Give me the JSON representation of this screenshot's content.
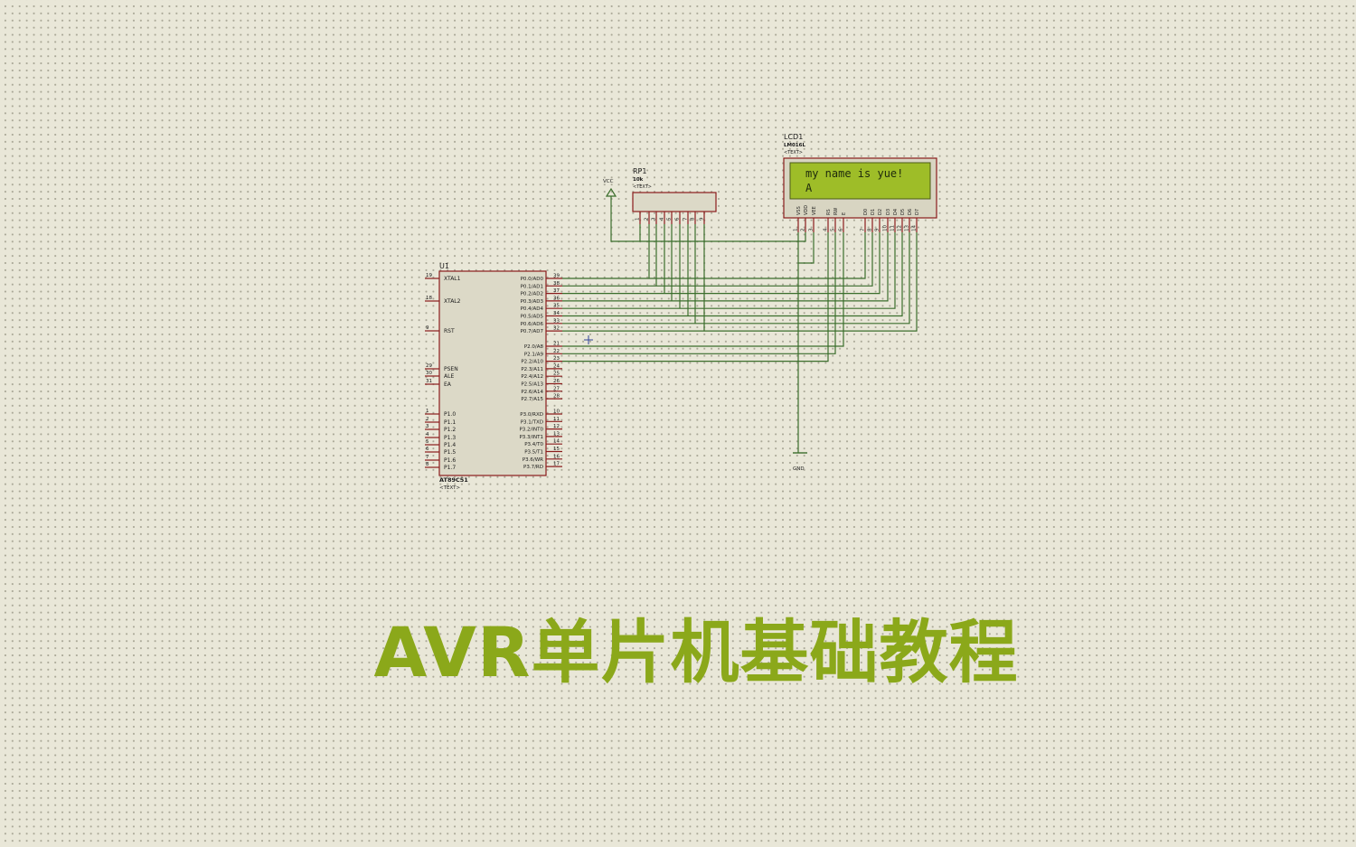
{
  "title": "AVR单片机基础教程",
  "u1": {
    "ref": "U1",
    "part": "AT89C51",
    "text": "<TEXT>",
    "left_pins": [
      {
        "num": "19",
        "name": "XTAL1"
      },
      {
        "num": "18",
        "name": "XTAL2"
      },
      {
        "num": "9",
        "name": "RST"
      },
      {
        "num": "29",
        "name": "PSEN"
      },
      {
        "num": "30",
        "name": "ALE"
      },
      {
        "num": "31",
        "name": "EA"
      },
      {
        "num": "1",
        "name": "P1.0"
      },
      {
        "num": "2",
        "name": "P1.1"
      },
      {
        "num": "3",
        "name": "P1.2"
      },
      {
        "num": "4",
        "name": "P1.3"
      },
      {
        "num": "5",
        "name": "P1.4"
      },
      {
        "num": "6",
        "name": "P1.5"
      },
      {
        "num": "7",
        "name": "P1.6"
      },
      {
        "num": "8",
        "name": "P1.7"
      }
    ],
    "right_pins": [
      {
        "num": "39",
        "name": "P0.0/AD0"
      },
      {
        "num": "38",
        "name": "P0.1/AD1"
      },
      {
        "num": "37",
        "name": "P0.2/AD2"
      },
      {
        "num": "36",
        "name": "P0.3/AD3"
      },
      {
        "num": "35",
        "name": "P0.4/AD4"
      },
      {
        "num": "34",
        "name": "P0.5/AD5"
      },
      {
        "num": "33",
        "name": "P0.6/AD6"
      },
      {
        "num": "32",
        "name": "P0.7/AD7"
      },
      {
        "num": "21",
        "name": "P2.0/A8"
      },
      {
        "num": "22",
        "name": "P2.1/A9"
      },
      {
        "num": "23",
        "name": "P2.2/A10"
      },
      {
        "num": "24",
        "name": "P2.3/A11"
      },
      {
        "num": "25",
        "name": "P2.4/A12"
      },
      {
        "num": "26",
        "name": "P2.5/A13"
      },
      {
        "num": "27",
        "name": "P2.6/A14"
      },
      {
        "num": "28",
        "name": "P2.7/A15"
      },
      {
        "num": "10",
        "name": "P3.0/RXD"
      },
      {
        "num": "11",
        "name": "P3.1/TXD"
      },
      {
        "num": "12",
        "name": "P3.2/INT0"
      },
      {
        "num": "13",
        "name": "P3.3/INT1"
      },
      {
        "num": "14",
        "name": "P3.4/T0"
      },
      {
        "num": "15",
        "name": "P3.5/T1"
      },
      {
        "num": "16",
        "name": "P3.6/WR"
      },
      {
        "num": "17",
        "name": "P3.7/RD"
      }
    ]
  },
  "rp1": {
    "ref": "RP1",
    "value": "10k",
    "text": "<TEXT>",
    "pins": [
      "1",
      "2",
      "3",
      "4",
      "5",
      "6",
      "7",
      "8",
      "9"
    ]
  },
  "vcc": {
    "label": "VCC"
  },
  "gnd": {
    "label": "GND"
  },
  "lcd1": {
    "ref": "LCD1",
    "part": "LM016L",
    "text": "<TEXT>",
    "line1": "my name is yue!",
    "line2": "A",
    "pin_names": [
      "VSS",
      "VDD",
      "VEE",
      "RS",
      "RW",
      "E",
      "D0",
      "D1",
      "D2",
      "D3",
      "D4",
      "D5",
      "D6",
      "D7"
    ],
    "pin_nums": [
      "1",
      "2",
      "3",
      "4",
      "5",
      "6",
      "7",
      "8",
      "9",
      "10",
      "11",
      "12",
      "13",
      "14"
    ]
  },
  "colors": {
    "wire": "#3b6e2c",
    "pin": "#8a1c1c",
    "lcd_screen": "#9ebd28",
    "title": "#8ba81a"
  }
}
